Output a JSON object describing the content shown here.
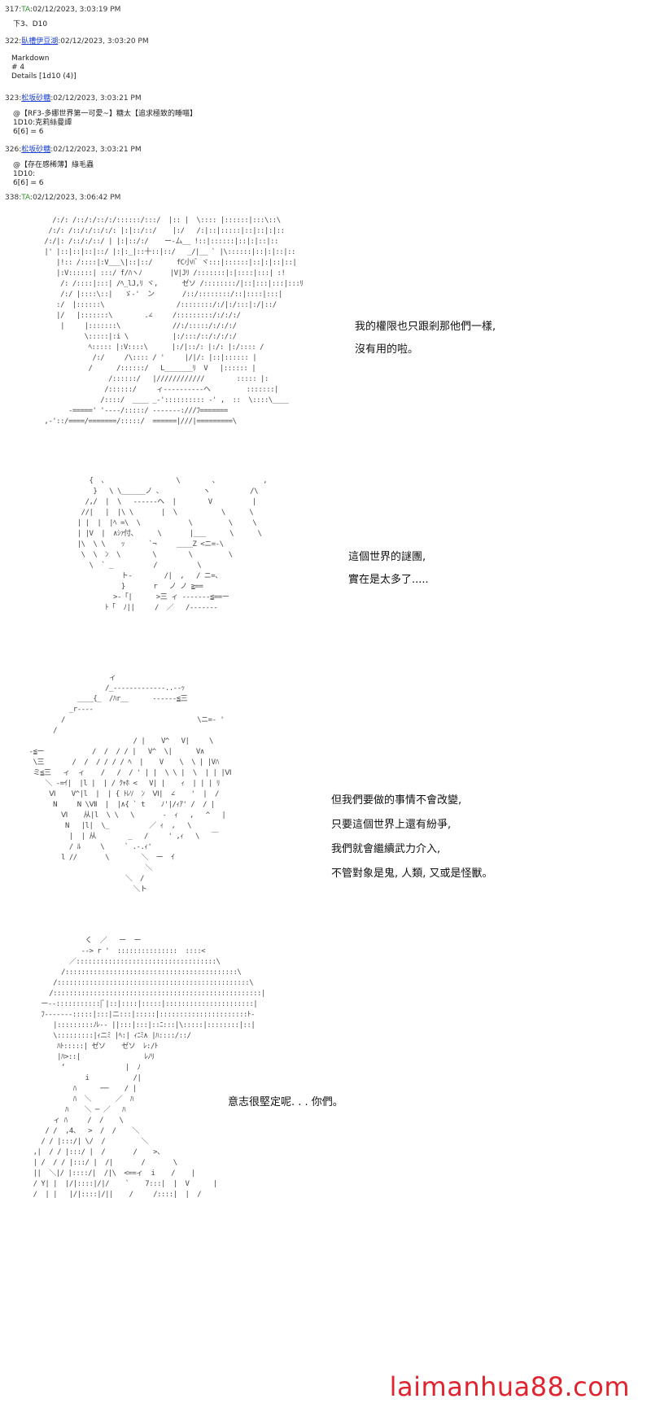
{
  "posts": [
    {
      "num": "317",
      "name": "TA",
      "date": ":02/12/2023, 3:03:19 PM",
      "lines": [
        "下3、D10"
      ]
    },
    {
      "num": "322",
      "name": "臥槽伊豆湖",
      "date": ":02/12/2023, 3:03:20 PM",
      "lines": [
        "Markdown",
        "# 4",
        "Details [1d10 (4)]"
      ]
    },
    {
      "num": "323",
      "name": "松坂砂糖",
      "date": ":02/12/2023, 3:03:21 PM",
      "lines": [
        "@【RF3-多娜世界第一可愛~】糖太【追求極致的睡喵】",
        "1D10:克莉絲曼譚",
        "6[6] = 6"
      ]
    },
    {
      "num": "326",
      "name": "松坂砂糖",
      "date": ":02/12/2023, 3:03:21 PM",
      "lines": [
        "@【存在感稀薄】綠毛蟲",
        "1D10:",
        "6[6] = 6"
      ]
    },
    {
      "num": "338",
      "name": "TA",
      "date": ":02/12/2023, 3:06:42 PM",
      "lines": []
    }
  ],
  "dialogue": {
    "d1": [
      "我的權限也只跟剎那他們一樣,",
      "沒有用的啦。"
    ],
    "d2": [
      "這個世界的謎團,",
      "實在是太多了....."
    ],
    "d3": [
      "但我們要做的事情不會改變,",
      "只要這個世界上還有紛爭,",
      "我們就會繼續武力介入,",
      "不管對象是鬼, 人類, 又或是怪獸。"
    ],
    "d4": [
      "意志很堅定呢. . . 你們。"
    ]
  },
  "watermark": "laimanhua88.com",
  "colors": {
    "green_name": "#2e8b2e",
    "blue_name": "#1a3fd6",
    "watermark": "#e0242f"
  }
}
